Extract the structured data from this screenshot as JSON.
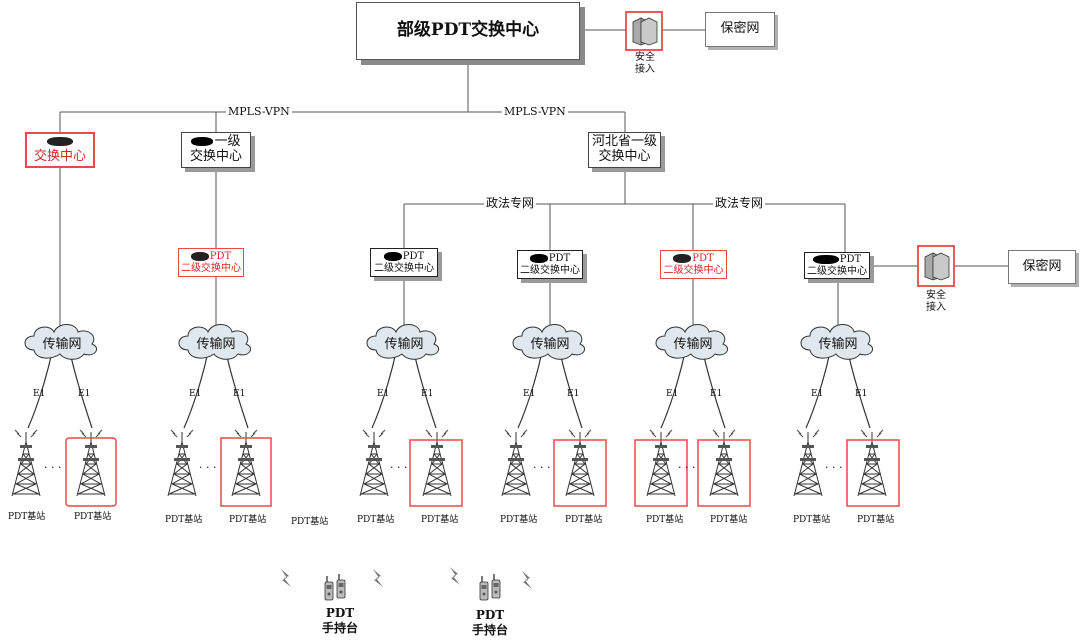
{
  "ministry_center": "部级PDT交换中心",
  "secret_net": "保密网",
  "secure_access": [
    "安全",
    "接入"
  ],
  "mpls_vpn": "MPLS-VPN",
  "zhengfa_net": "政法专网",
  "transport_net": "传输网",
  "e1": "E1",
  "dots": "· · ·",
  "base_station": "PDT基站",
  "pdt": "PDT",
  "handheld": "手持台",
  "hebei_center": [
    "河北省一级",
    "交换中心"
  ],
  "left_a_center": "交换中心",
  "left_b_center": [
    "一级",
    "交换中心"
  ],
  "second_level_line1": "PDT",
  "second_level_line2": "二级交换中心",
  "colors": {
    "red": "#e64a4a",
    "line": "#555555",
    "cloud_fill": "#dfe8ee"
  },
  "icons": [
    "server-icon",
    "cloud-icon",
    "tower-icon",
    "handheld-radio-icon",
    "lightning-icon"
  ]
}
